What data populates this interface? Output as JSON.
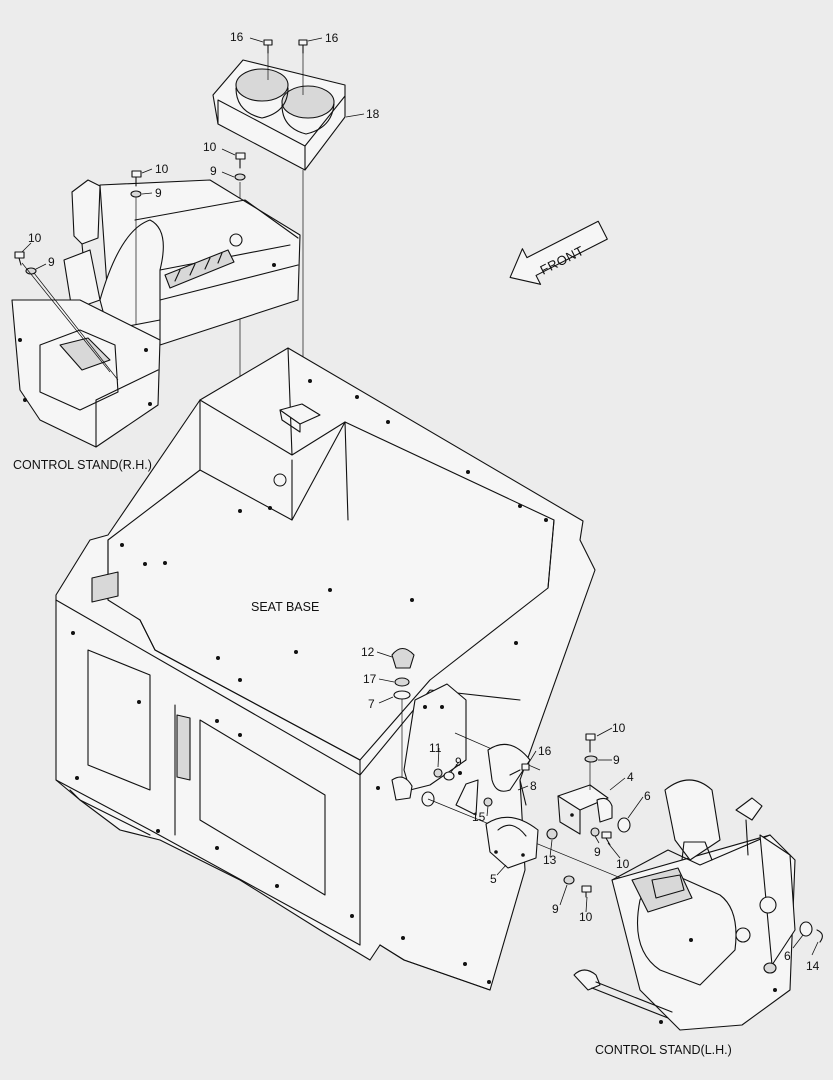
{
  "captions": {
    "rh": "CONTROL STAND(R.H.)",
    "seat": "SEAT BASE",
    "lh": "CONTROL STAND(L.H.)",
    "front": "FRONT"
  },
  "callouts": {
    "c16a": "16",
    "c16b": "16",
    "c18": "18",
    "c10a": "10",
    "c9a": "9",
    "c10b": "10",
    "c9b": "9",
    "c10c": "10",
    "c9c": "9",
    "c12": "12",
    "c17": "17",
    "c7": "7",
    "c11": "11",
    "c9d": "9",
    "c16c": "16",
    "c8": "8",
    "c15": "15",
    "c5": "5",
    "c13": "13",
    "c9e": "9",
    "c10d": "10",
    "c10e": "10",
    "c9f": "9",
    "c4": "4",
    "c6a": "6",
    "c9g": "9",
    "c10f": "10",
    "c6b": "6",
    "c14": "14"
  },
  "colors": {
    "line": "#111111",
    "paper": "#ececec"
  }
}
